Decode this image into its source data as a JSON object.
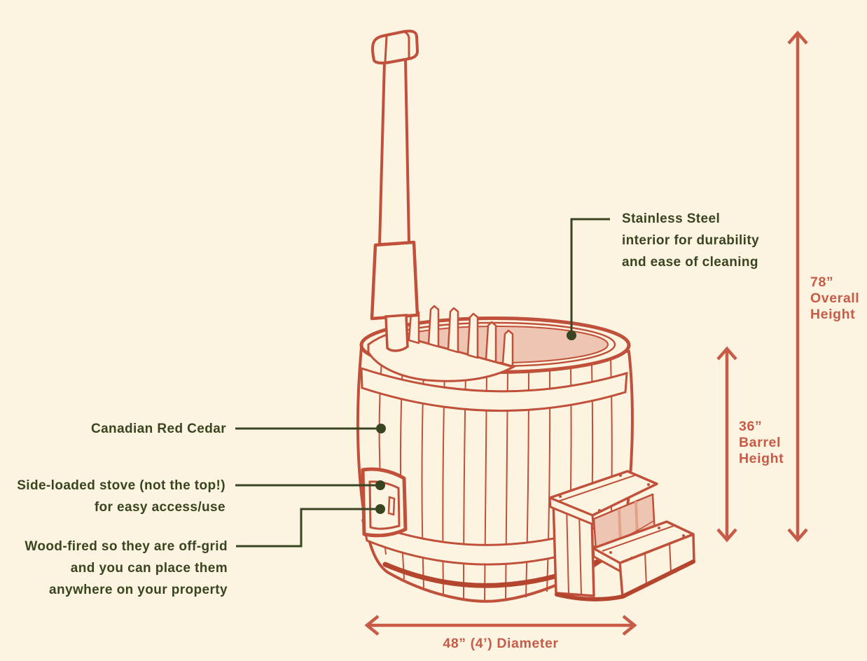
{
  "colors": {
    "background": "#fcf4e0",
    "ink": "#c0503a",
    "ink-dark": "#b4452e",
    "pink": "#eec4b2",
    "pink-stripe": "#e0a289",
    "cream": "#fcf4e0",
    "text": "#394420",
    "dim": "#c75b47"
  },
  "annotations": {
    "stainless_steel": {
      "lines": [
        "Stainless Steel",
        "interior for durability",
        "and ease of cleaning"
      ]
    },
    "cedar": {
      "label": "Canadian Red Cedar"
    },
    "stove": {
      "lines": [
        "Side-loaded stove (not the top!)",
        "for easy access/use"
      ]
    },
    "wood_fired": {
      "lines": [
        "Wood-fired so they are off-grid",
        "and you can place them",
        "anywhere on your property"
      ]
    }
  },
  "dimensions": {
    "overall_height": {
      "lines": [
        "78”",
        "Overall",
        "Height"
      ]
    },
    "barrel_height": {
      "lines": [
        "36”",
        "Barrel",
        "Height"
      ]
    },
    "diameter": {
      "label": "48” (4’) Diameter"
    }
  }
}
